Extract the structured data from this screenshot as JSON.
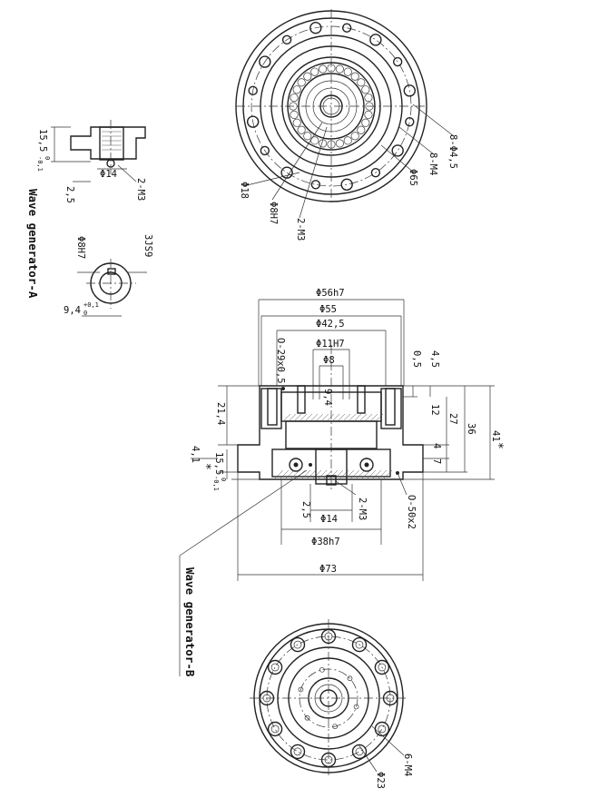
{
  "labels": {
    "wave_generator_a": "Wave generator-A",
    "wave_generator_b": "Wave generator-B"
  },
  "top_view": {
    "bolt_holes": "8-Φ4,5",
    "threads": "8-M4",
    "pcd": "Φ65",
    "bore": "Φ18",
    "hub_bore": "Φ8H7",
    "set_screws": "2-M3"
  },
  "wg_a": {
    "height": "15,5",
    "height_tol_top": "0",
    "height_tol_bottom": "-0,1",
    "hub_dia": "Φ14",
    "screw": "2-M3",
    "offset": "2,5",
    "bore": "Φ8H7",
    "keyway": "3JS9",
    "key_depth": "9,4",
    "key_depth_tol_top": "+0,1",
    "key_depth_tol_bottom": "0"
  },
  "section": {
    "d_56h7": "Φ56h7",
    "d_55": "Φ55",
    "d_42_5": "Φ42,5",
    "d_11h7": "Φ11H7",
    "d_8": "Φ8",
    "d_38h7": "Φ38h7",
    "d_73": "Φ73",
    "d_14": "Φ14",
    "oring_top": "O-29x0,5",
    "oring_bottom": "O-50x2",
    "screw": "2-M3",
    "h_21_4": "21,4",
    "h_4_1": "4,1",
    "h_4_1_mark": "*",
    "h_15_5": "15,5",
    "h_15_5_tol_top": "0",
    "h_15_5_tol_bottom": "-0,1",
    "h_2_5": "2,5",
    "h_9_4": "9,4",
    "r_0_5": "0,5",
    "r_4_5": "4,5",
    "r_12": "12",
    "r_27": "27",
    "r_36": "36",
    "r_41": "41",
    "r_41_mark": "*",
    "r_4": "4",
    "r_7": "7"
  },
  "bottom_view": {
    "threads": "6-M4",
    "pcd": "Φ23"
  }
}
